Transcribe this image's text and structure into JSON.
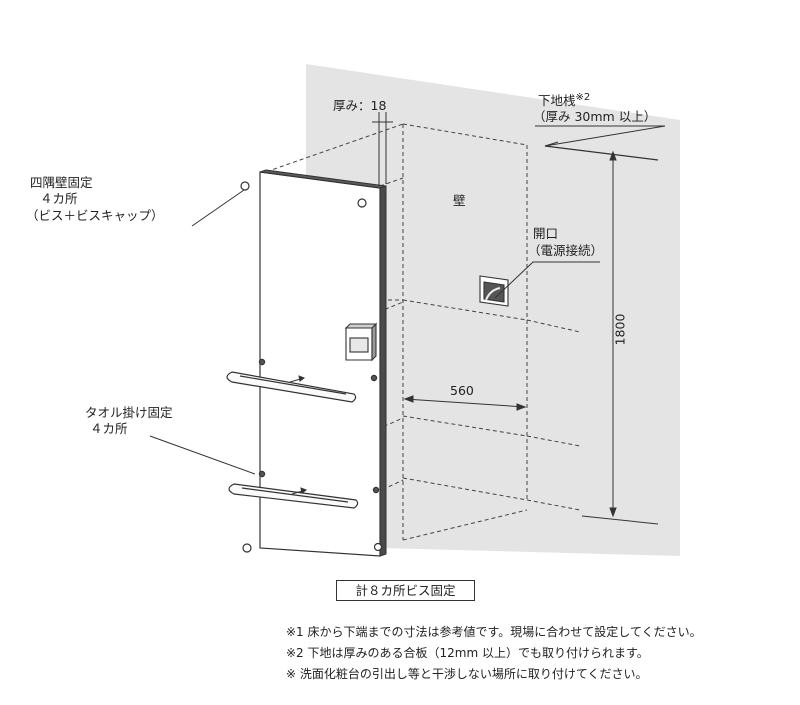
{
  "labels": {
    "thickness": "厚み：18",
    "base_rail": "下地桟",
    "base_rail_mark": "※2",
    "base_rail_thickness": "（厚み 30mm 以上）",
    "corner_fix_line1": "四隅壁固定",
    "corner_fix_line2": "４カ所",
    "corner_fix_line3": "（ビス＋ビスキャップ）",
    "wall": "壁",
    "opening_line1": "開口",
    "opening_line2": "（電源接続）",
    "width_dim": "560",
    "height_dim": "1800",
    "towel_fix_line1": "タオル掛け固定",
    "towel_fix_line2": "４カ所",
    "total_fix": "計８カ所ビス固定"
  },
  "notes": [
    "※1 床から下端までの寸法は参考値です。現場に合わせて設定してください。",
    "※2 下地は厚みのある合板（12mm 以上）でも取り付けられます。",
    "※ 洗面化粧台の引出し等と干渉しない場所に取り付けてください。"
  ],
  "colors": {
    "wall_fill": "#e4e4e4",
    "panel_fill": "#ffffff",
    "panel_edge": "#4a4a4a",
    "line": "#333333"
  }
}
